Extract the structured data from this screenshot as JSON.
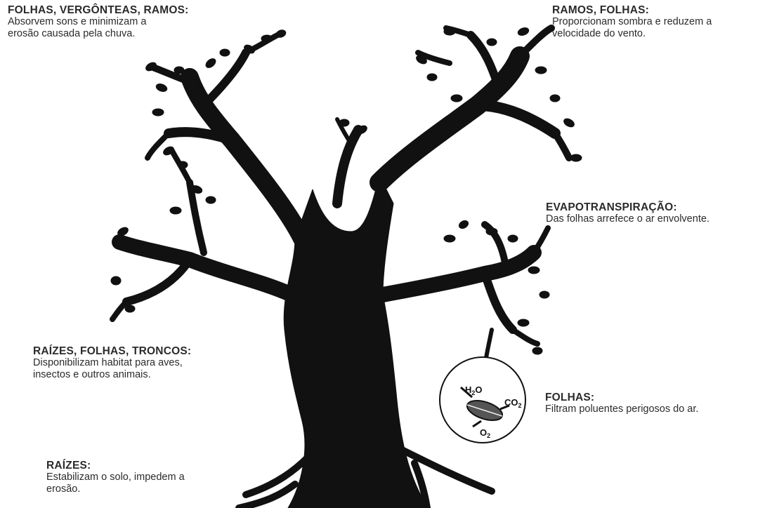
{
  "labels": {
    "top_left": {
      "heading": "FOLHAS, VERGÔNTEAS, RAMOS:",
      "text": "Absorvem sons e minimizam a\nerosão causada pela chuva."
    },
    "top_right": {
      "heading": "RAMOS, FOLHAS:",
      "text": "Proporcionam sombra e reduzem a\nvelocidade do vento."
    },
    "mid_right": {
      "heading": "EVAPOTRANSPIRAÇÃO:",
      "text": "Das folhas arrefece o ar envolvente."
    },
    "mid_left": {
      "heading": "RAÍZES, FOLHAS, TRONCOS:",
      "text": "Disponibilizam habitat para aves,\ninsectos e outros animais."
    },
    "low_right": {
      "heading": "FOLHAS:",
      "text": "Filtram poluentes perigosos do ar."
    },
    "bottom_left": {
      "heading": "RAÍZES:",
      "text": "Estabilizam o solo, impedem a\nerosão."
    }
  },
  "inset": {
    "h2o": "H",
    "h2o_sub": "2",
    "h2o_tail": "O",
    "co2": "CO",
    "co2_sub": "2",
    "o2": "O",
    "o2_sub": "2"
  },
  "colors": {
    "tree": "#111111",
    "text": "#2b2b2b"
  }
}
